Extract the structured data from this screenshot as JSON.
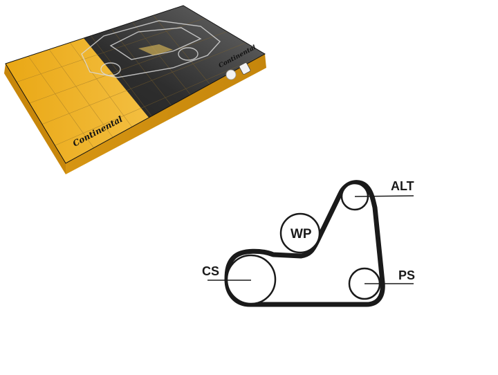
{
  "product_box": {
    "brand": "Continental",
    "brand_small": "Continental"
  },
  "belt_diagram": {
    "pulleys": {
      "alt": "ALT",
      "wp": "WP",
      "cs": "CS",
      "ps": "PS"
    }
  },
  "colors": {
    "box_yellow": "#f2b01e",
    "box_dark": "#1b1b1b",
    "belt": "#1a1a1a"
  }
}
